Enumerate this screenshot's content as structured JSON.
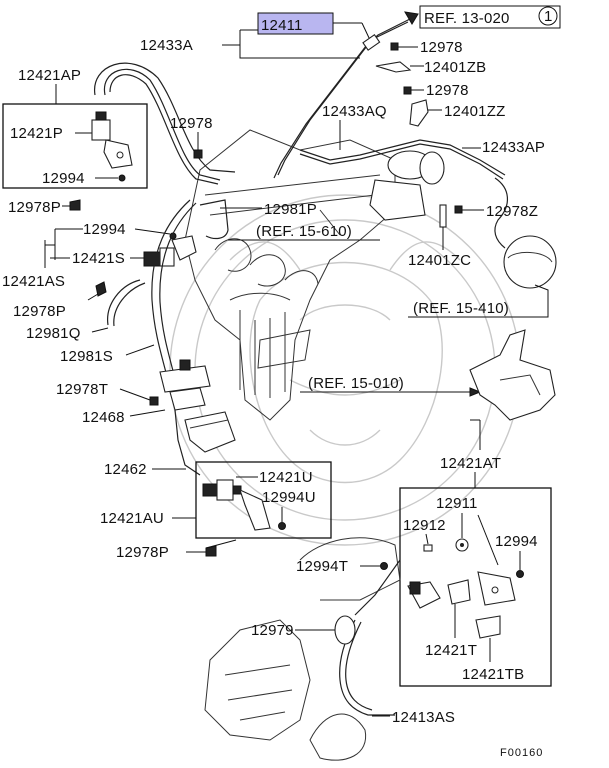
{
  "labels": {
    "highlighted_part": "12411",
    "hose_12433A": "12433A",
    "ref_13_020": "REF. 13-020",
    "ref_13_020_circle": "1",
    "p12978_a": "12978",
    "p12401ZB": "12401ZB",
    "p12978_b": "12978",
    "p12433AQ": "12433AQ",
    "p12401ZZ": "12401ZZ",
    "p12421AP": "12421AP",
    "p12421P": "12421P",
    "p12994_a": "12994",
    "p12978_c": "12978",
    "p12433AP": "12433AP",
    "p12978P_a": "12978P",
    "p12981P": "12981P",
    "p12978Z": "12978Z",
    "p12994_b": "12994",
    "ref_15_610": "(REF. 15-610)",
    "p12421S": "12421S",
    "p12421AS": "12421AS",
    "p12401ZC": "12401ZC",
    "p12978P_b": "12978P",
    "ref_15_410": "(REF. 15-410)",
    "p12981Q": "12981Q",
    "p12981S": "12981S",
    "p12978T": "12978T",
    "ref_15_010": "(REF. 15-010)",
    "p12468": "12468",
    "p12421AT": "12421AT",
    "p12462": "12462",
    "p12421U": "12421U",
    "p12911": "12911",
    "p12421AU": "12421AU",
    "p12994U": "12994U",
    "p12912": "12912",
    "p12994_c": "12994",
    "p12978P_c": "12978P",
    "p12994T": "12994T",
    "p12979": "12979",
    "p12421T": "12421T",
    "p12421TB": "12421TB",
    "p12413AS": "12413AS",
    "figure_code": "F00160"
  },
  "colors": {
    "highlight_fill": "#b9b6f0",
    "line": "#111111",
    "watermark": "#c9c9c9"
  }
}
